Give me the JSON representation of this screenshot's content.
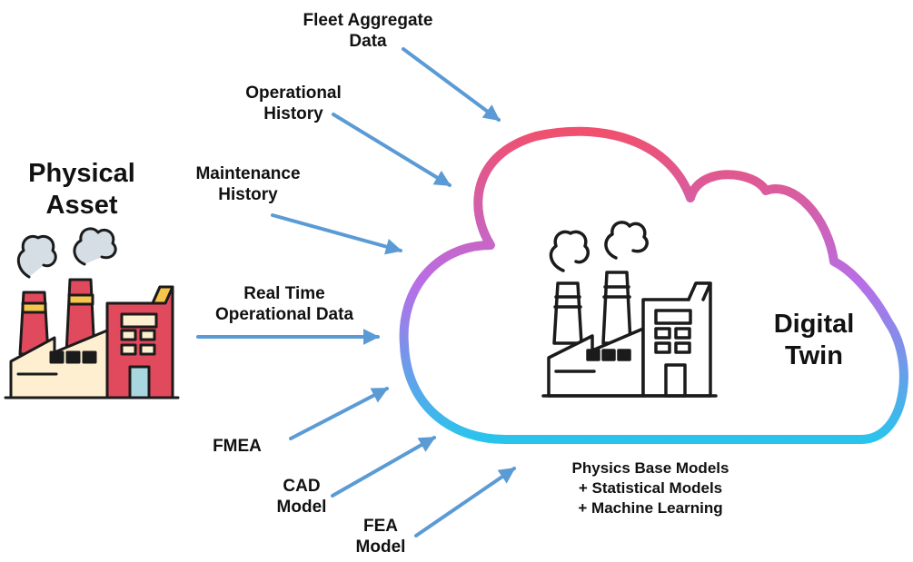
{
  "physical_asset": {
    "line1": "Physical",
    "line2": "Asset"
  },
  "digital_twin": {
    "line1": "Digital",
    "line2": "Twin"
  },
  "inputs": {
    "fleet": {
      "line1": "Fleet Aggregate",
      "line2": "Data"
    },
    "operational_history": {
      "line1": "Operational",
      "line2": "History"
    },
    "maintenance_history": {
      "line1": "Maintenance",
      "line2": "History"
    },
    "realtime": {
      "line1": "Real Time",
      "line2": "Operational Data"
    },
    "fmea": {
      "line1": "FMEA"
    },
    "cad": {
      "line1": "CAD",
      "line2": "Model"
    },
    "fea": {
      "line1": "FEA",
      "line2": "Model"
    }
  },
  "models": {
    "line1": "Physics Base Models",
    "line2": "+ Statistical Models",
    "line3": "+ Machine Learning"
  },
  "colors": {
    "arrow": "#5b9bd5",
    "cloud_top": "#f0506e",
    "cloud_mid": "#b76ee8",
    "cloud_bottom": "#29c4ec",
    "factory_red": "#e04a5c",
    "factory_cream": "#fdefd0",
    "factory_yellow": "#f6c64c",
    "smoke": "#d5dde5"
  },
  "icons": [
    "factory-color-icon",
    "factory-outline-icon",
    "cloud-icon",
    "arrow-icon"
  ]
}
